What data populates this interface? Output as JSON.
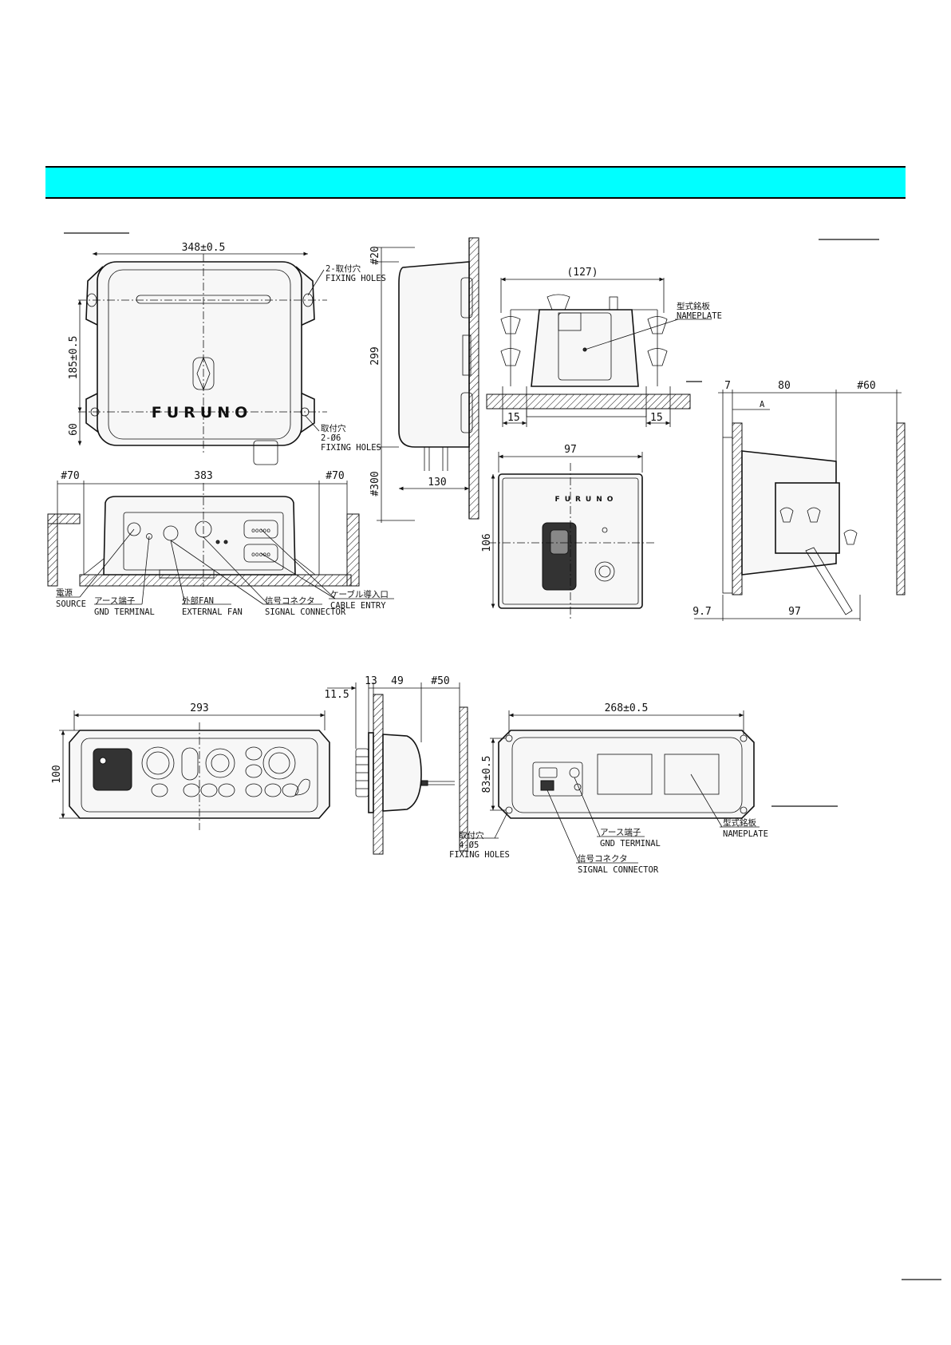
{
  "brand": "FURUNO",
  "processor_front": {
    "width_dim": "348±0.5",
    "fixing_label_jp": "2-取付穴",
    "fixing_label_en": "FIXING HOLES",
    "height_dim": "185±0.5",
    "bottom_dim": "60",
    "hole_label_jp": "取付穴",
    "hole_size": "2-Ø6",
    "hole_label_en": "FIXING HOLES"
  },
  "processor_side": {
    "top_clear": "#20",
    "height": "299",
    "bottom_clear": "#300",
    "depth": "130"
  },
  "processor_bottom": {
    "left_clear": "#70",
    "width": "383",
    "right_clear": "#70",
    "source_jp": "電源",
    "source_en": "SOURCE",
    "gnd_jp": "アース端子",
    "gnd_en": "GND TERMINAL",
    "fan_jp": "外部FAN",
    "fan_en": "EXTERNAL FAN",
    "signal_jp": "信号コネクタ",
    "signal_en": "SIGNAL CONNECTOR",
    "cable_jp": "ケーブル導入口",
    "cable_en": "CABLE ENTRY"
  },
  "bracket_view": {
    "width": "(127)",
    "nameplate_jp": "型式銘板",
    "nameplate_en": "NAMEPLATE",
    "left_dim": "15",
    "right_dim": "15"
  },
  "sensor_front": {
    "width": "97",
    "height": "106"
  },
  "sensor_side": {
    "d1": "7",
    "d2": "80",
    "d3": "#60",
    "mark": "A",
    "bottom_left": "9.7",
    "bottom_width": "97"
  },
  "control_front": {
    "width": "293",
    "height": "100"
  },
  "control_side": {
    "d1": "11.5",
    "d2": "13",
    "d3": "49",
    "d4": "#50"
  },
  "control_rear": {
    "width": "268±0.5",
    "height": "83±0.5",
    "hole_jp": "取付穴",
    "hole_size": "4-Ø5",
    "hole_en": "FIXING HOLES",
    "gnd_jp": "アース端子",
    "gnd_en": "GND TERMINAL",
    "signal_jp": "信号コネクタ",
    "signal_en": "SIGNAL CONNECTOR",
    "nameplate_jp": "型式銘板",
    "nameplate_en": "NAMEPLATE"
  }
}
